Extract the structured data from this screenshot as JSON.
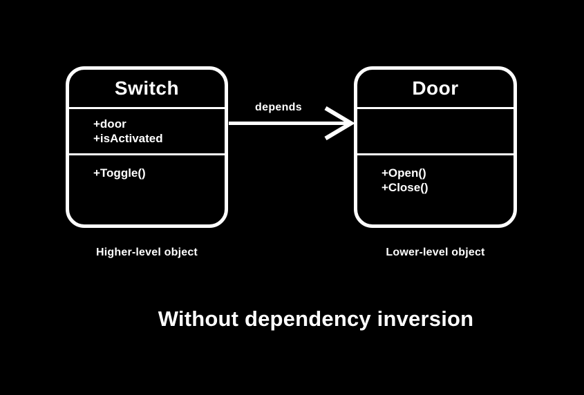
{
  "diagram": {
    "title": "Without dependency inversion",
    "colors": {
      "background": "#000000",
      "foreground": "#ffffff"
    },
    "arrow": {
      "label": "depends",
      "direction": "switch-to-door",
      "style": "open-arrowhead"
    },
    "classes": [
      {
        "name": "Switch",
        "attributes": [
          "+door",
          "+isActivated"
        ],
        "methods": [
          "+Toggle()"
        ],
        "caption": "Higher-level object"
      },
      {
        "name": "Door",
        "attributes": [],
        "methods": [
          "+Open()",
          "+Close()"
        ],
        "caption": "Lower-level object"
      }
    ]
  }
}
